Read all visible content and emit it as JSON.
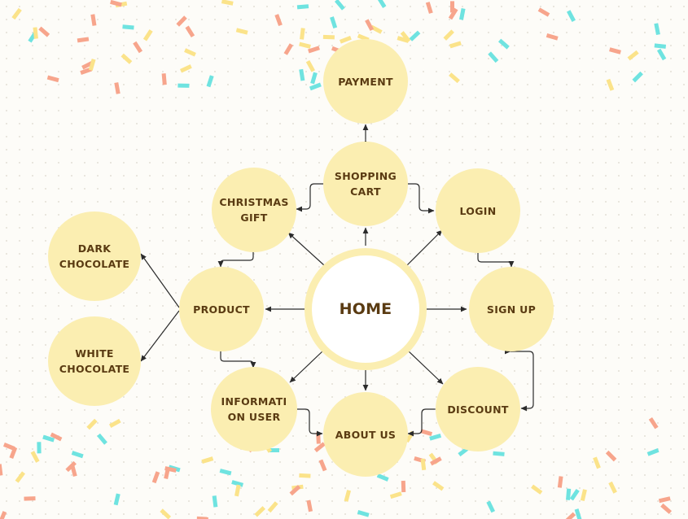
{
  "diagram": {
    "nodes": {
      "home": "HOME",
      "payment": "PAYMENT",
      "shopping_cart": "SHOPPING\nCART",
      "christmas_gift": "CHRISTMAS\nGIFT",
      "login": "LOGIN",
      "product": "PRODUCT",
      "sign_up": "SIGN UP",
      "dark_chocolate": "DARK\nCHOCOLATE",
      "white_chocolate": "WHITE\nCHOCOLATE",
      "information_user": "INFORMATI\nON USER",
      "about_us": "ABOUT US",
      "discount": "DISCOUNT"
    },
    "colors": {
      "node_fill": "#fbeeb1",
      "node_text": "#5a3b12",
      "connector": "#2b2b2b",
      "confetti": [
        "#f7a58c",
        "#6fe3e0",
        "#fbe38a"
      ]
    }
  }
}
